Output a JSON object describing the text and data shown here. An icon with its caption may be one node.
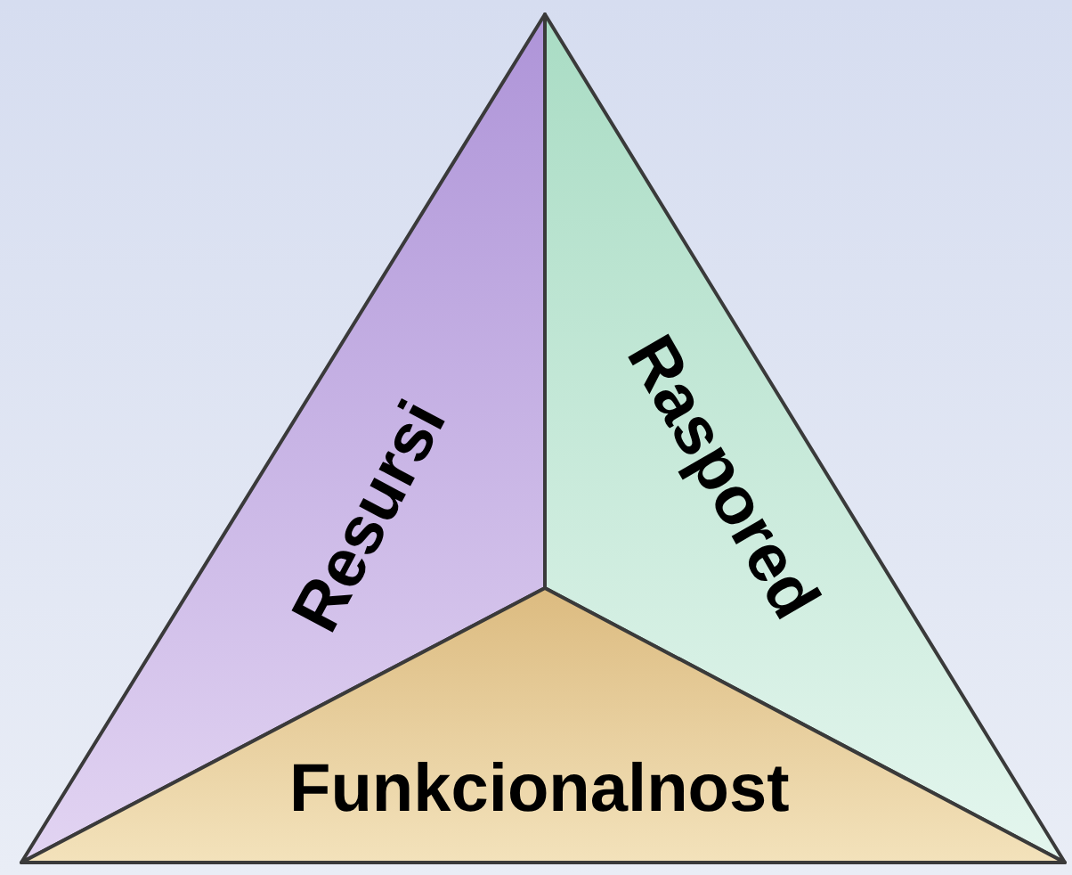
{
  "diagram": {
    "nodes": [
      {
        "text": [
          "Resursi"
        ]
      },
      {
        "text": [
          "Raspored"
        ]
      },
      {
        "text": [
          "Funkcionalnost"
        ]
      }
    ]
  }
}
